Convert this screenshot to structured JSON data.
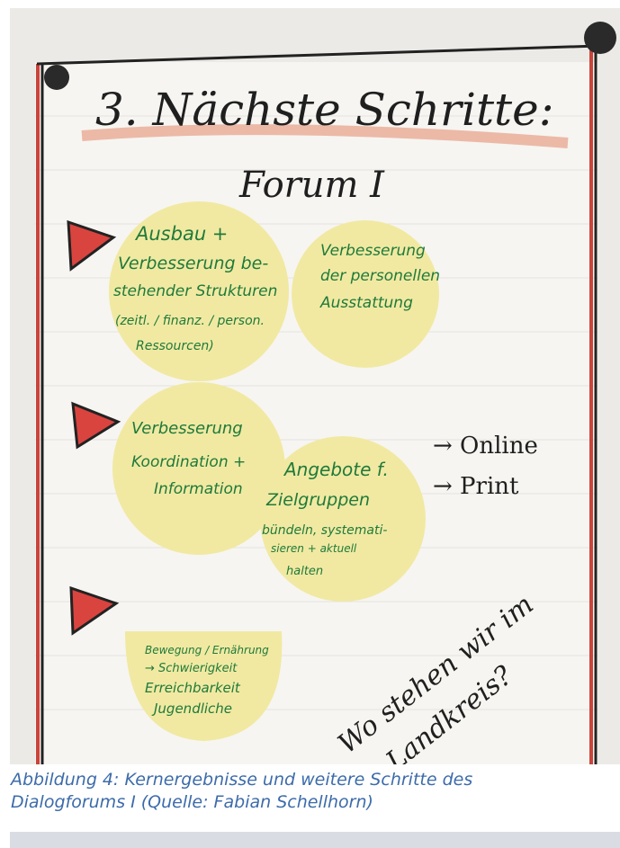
{
  "flipchart": {
    "title": "3. Nächste Schritte:",
    "subtitle": "Forum I",
    "notes": {
      "note1": [
        "Ausbau +",
        "Verbesserung be-",
        "stehender Strukturen",
        "(zeitl. / finanz. / person.",
        "Ressourcen)"
      ],
      "note2": [
        "Verbesserung",
        "der personellen",
        "Ausstattung"
      ],
      "note3": [
        "Verbesserung",
        "Koordination +",
        "Information"
      ],
      "note4": [
        "Angebote f.",
        "Zielgruppen",
        "bündeln, systemati-",
        "sieren + aktuell",
        "halten"
      ],
      "note5": [
        "Bewegung / Ernährung",
        "→ Schwierigkeit",
        "Erreichbarkeit",
        "Jugendliche"
      ]
    },
    "arrow_online": "→ Online",
    "arrow_print": "→ Print",
    "diagonal_line1": "Wo stehen wir im",
    "diagonal_line2": "Landkreis?"
  },
  "caption": {
    "line1": "Abbildung 4: Kernergebnisse und weitere Schritte des",
    "line2": "Dialogforums I (Quelle: Fabian Schellhorn)"
  },
  "colors": {
    "note": "#f1e9a2",
    "ink_green": "#1f7a3a",
    "triangle_red": "#d9443f",
    "caption_blue": "#3c6baa"
  }
}
